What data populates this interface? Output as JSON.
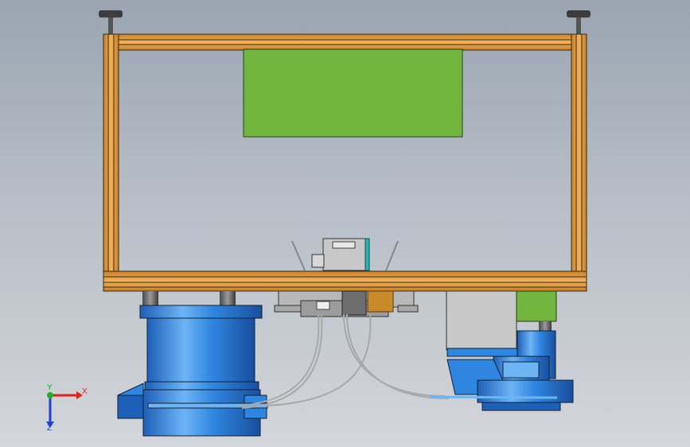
{
  "view": {
    "background_top": "#9aa5b1",
    "background_bottom": "#d3d6da"
  },
  "colors": {
    "frame_wood": "#e8a24a",
    "frame_edge": "#3a2a12",
    "panel_green": "#72b53e",
    "machine_blue": "#2f86e0",
    "machine_blue_dark": "#1e5fb8",
    "machine_blue_light": "#6db4f5",
    "steel_grey": "#bdbdbd",
    "copper": "#c98b2a",
    "motor_grey": "#c8c8c8",
    "teal": "#2bb5b0"
  },
  "triad": {
    "x_label": "X",
    "y_label": "Y",
    "z_label": "Z",
    "x_color": "#e02020",
    "y_color": "#20b020",
    "z_color": "#2040d0"
  }
}
